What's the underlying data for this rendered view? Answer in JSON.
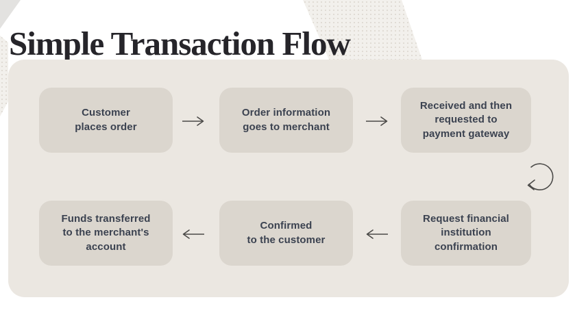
{
  "page": {
    "title": "Simple Transaction Flow"
  },
  "flow": {
    "boxes": [
      {
        "id": "customer-places-order",
        "label": "Customer\nplaces order"
      },
      {
        "id": "order-information-goes-to-merchant",
        "label": "Order information\ngoes to merchant"
      },
      {
        "id": "received-requested-payment-gateway",
        "label": "Received and then\nrequested to\npayment gateway"
      },
      {
        "id": "funds-transferred-merchant-account",
        "label": "Funds transferred\nto the merchant's\naccount"
      },
      {
        "id": "confirmed-to-customer",
        "label": "Confirmed\nto the customer"
      },
      {
        "id": "request-financial-institution",
        "label": "Request financial\ninstitution\nconfirmation"
      }
    ],
    "connectors": [
      {
        "icon": "arrow-right-icon",
        "from": "customer-places-order",
        "to": "order-information-goes-to-merchant"
      },
      {
        "icon": "arrow-right-icon",
        "from": "order-information-goes-to-merchant",
        "to": "received-requested-payment-gateway"
      },
      {
        "icon": "arrow-curved-down-icon",
        "from": "received-requested-payment-gateway",
        "to": "request-financial-institution"
      },
      {
        "icon": "arrow-left-icon",
        "from": "request-financial-institution",
        "to": "confirmed-to-customer"
      },
      {
        "icon": "arrow-left-icon",
        "from": "confirmed-to-customer",
        "to": "funds-transferred-merchant-account"
      }
    ]
  },
  "colors": {
    "page_background": "#ffffff",
    "panel_background": "#ebe7e1",
    "box_background": "#dbd6ce",
    "title_text": "#26252a",
    "box_text": "#3b4250",
    "arrow_stroke": "#4a4947",
    "deco_dots": "#ded9d2"
  }
}
